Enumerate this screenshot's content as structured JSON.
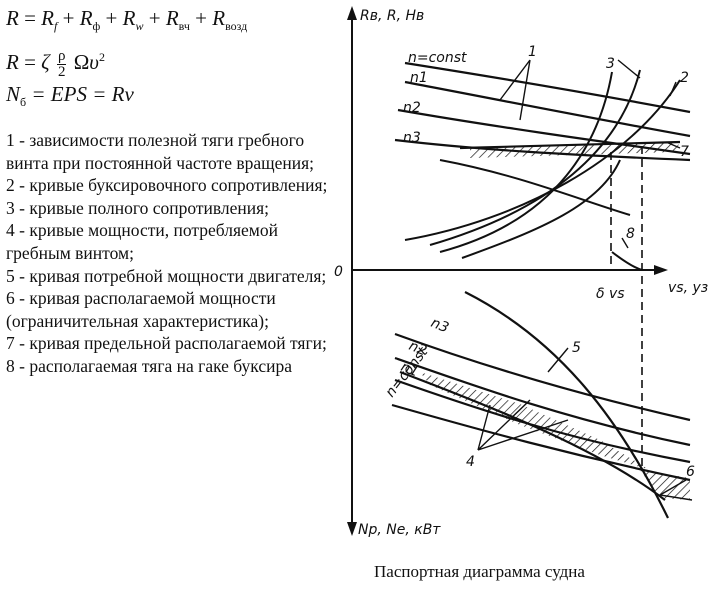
{
  "formulas": {
    "f1": {
      "R": "R",
      "eq": " = ",
      "r1": "R",
      "s1": "f",
      "plus1": " + ",
      "r2": "R",
      "s2": "ф",
      "plus2": " + ",
      "r3": "R",
      "s3": "w",
      "plus3": " + ",
      "r4": "R",
      "s4": "вч",
      "plus4": " + ",
      "r5": "R",
      "s5": "возд"
    },
    "f2": {
      "R": "R",
      "eq": " = ",
      "zeta": "ζ",
      "num": "ρ",
      "den": "2",
      "omega": "Ω",
      "upsilon": "υ",
      "exp": "2"
    },
    "f3": {
      "N": "N",
      "sub": "б",
      "rest": " = EPS = Rv"
    }
  },
  "legend": [
    "1 - зависимости полезной тяги гребного винта при постоянной частоте вращения;",
    "2 - кривые буксировочного сопротивления;",
    "3 - кривые полного сопротивления;",
    "4 - кривые мощности, потребляемой гребным винтом;",
    "5 - кривая потребной мощности двигателя;",
    "6 - кривая располагаемой мощности (ограничительная характеристика);",
    "7 - кривая предельной располагаемой тяги;",
    "8 - располагаемая тяга на гаке буксира"
  ],
  "diagram": {
    "axis_top_label": "Rв, R, Hв",
    "axis_bottom_label": "Np, Ne, кВт",
    "axis_right_label": "vs, уз",
    "origin_label": "0",
    "delta_label": "δ vs",
    "upper_curve_labels": {
      "nconst": "n=const",
      "n1": "n1",
      "n2": "n2",
      "n3": "n3"
    },
    "lower_curve_labels": {
      "n3": "n3",
      "n2": "n2",
      "n1": "n1",
      "nconst": "n=const"
    },
    "markers": {
      "m1": "1",
      "m2": "2",
      "m3": "3",
      "m4": "4",
      "m5": "5",
      "m6": "6",
      "m7": "7",
      "m8": "8"
    }
  },
  "caption": "Паспортная диаграмма судна"
}
